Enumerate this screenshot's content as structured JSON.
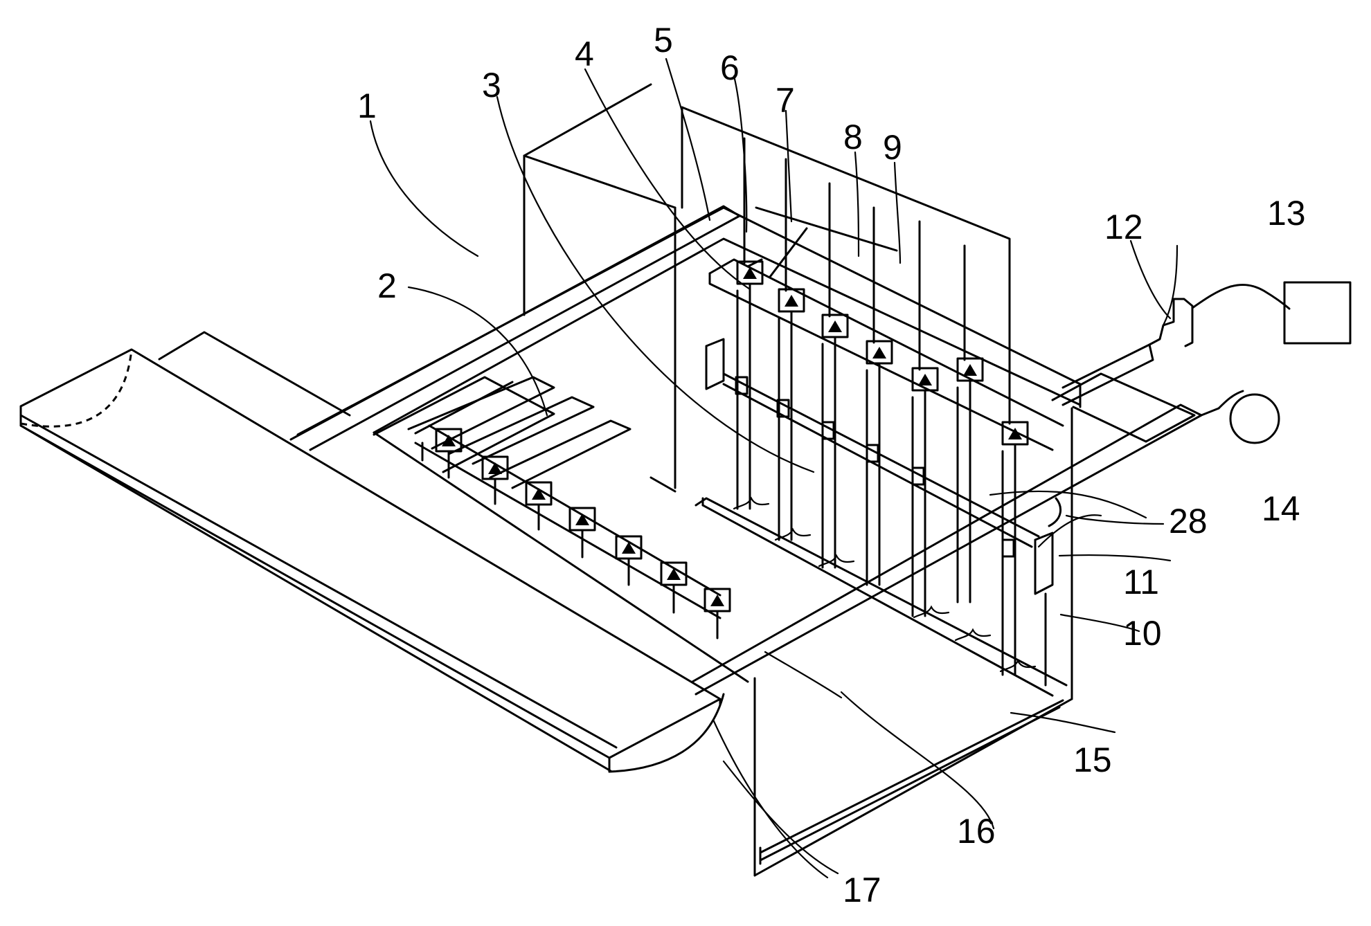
{
  "labels": {
    "l1": "1",
    "l2": "2",
    "l3": "3",
    "l4": "4",
    "l5": "5",
    "l6": "6",
    "l7": "7",
    "l8": "8",
    "l9": "9",
    "l10": "10",
    "l11": "11",
    "l12": "12",
    "l13": "13",
    "l14": "14",
    "l15": "15",
    "l16": "16",
    "l17": "17",
    "l28": "28"
  }
}
